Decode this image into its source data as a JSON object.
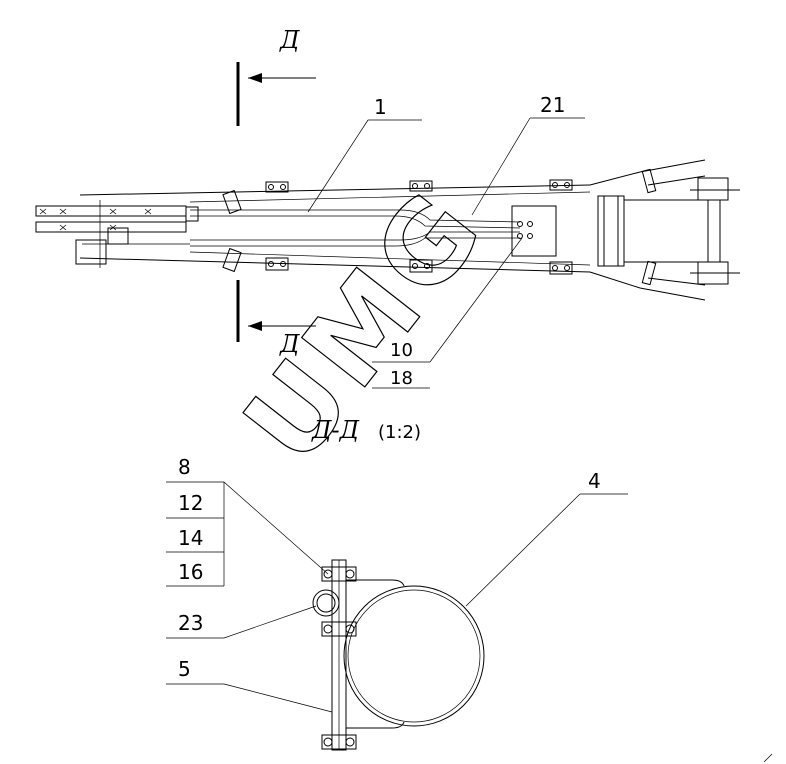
{
  "section_marks": {
    "top": "Д",
    "bottom": "Д"
  },
  "section_title": "Д-Д",
  "scale": "(1:2)",
  "callouts": {
    "part_1": "1",
    "part_21": "21",
    "part_10": "10",
    "part_18": "18",
    "part_8": "8",
    "part_12": "12",
    "part_14": "14",
    "part_16": "16",
    "part_23": "23",
    "part_5": "5",
    "part_4": "4"
  },
  "watermark": "UMG"
}
